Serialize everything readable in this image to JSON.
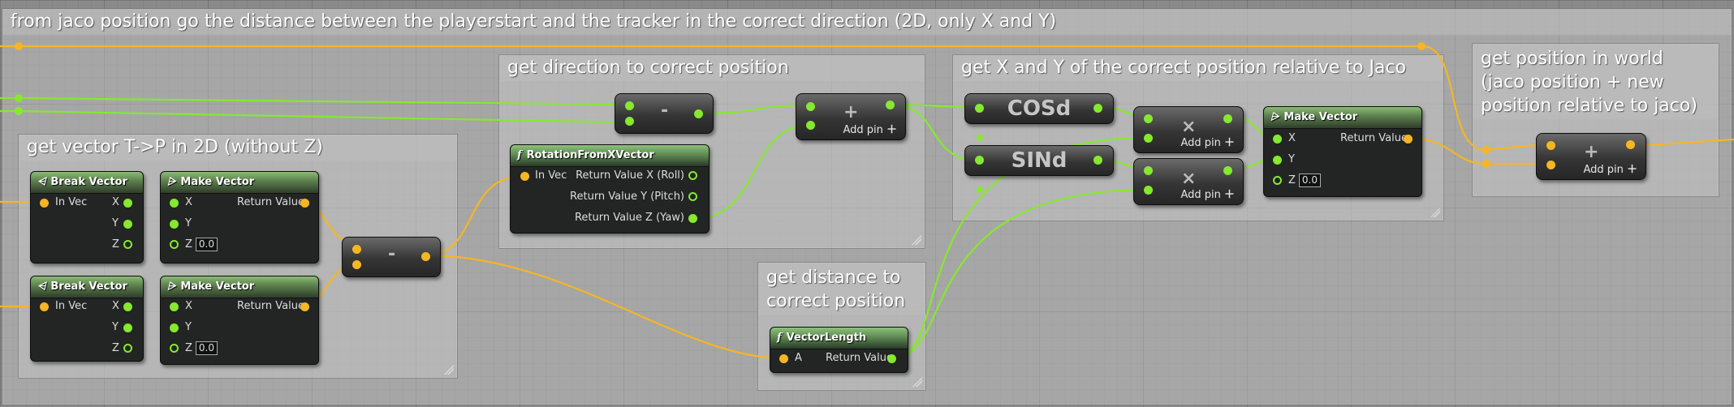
{
  "title_comment": "from jaco position go the distance between the playerstart and the tracker in the correct direction (2D, only X and Y)",
  "comments": {
    "vector_tp": "get vector T->P in 2D (without Z)",
    "direction": "get direction to correct position",
    "xy_relative": "get X and Y of the correct position relative to Jaco",
    "world_pos_line1": "get position in world",
    "world_pos_line2": "(jaco position + new",
    "world_pos_line3": "position relative to jaco)",
    "distance_line1": "get distance to",
    "distance_line2": "correct position"
  },
  "break_vector": {
    "title": "Break Vector",
    "in_vec": "In Vec",
    "x": "X",
    "y": "Y",
    "z": "Z"
  },
  "make_vector": {
    "title": "Make Vector",
    "x": "X",
    "y": "Y",
    "z": "Z",
    "z_value": "0.0",
    "return_value": "Return Value"
  },
  "rotation_node": {
    "title": "RotationFromXVector",
    "in_vec": "In Vec",
    "out_x": "Return Value X (Roll)",
    "out_y": "Return Value Y (Pitch)",
    "out_z": "Return Value Z (Yaw)"
  },
  "vector_length": {
    "title": "VectorLength",
    "a": "A",
    "return_value": "Return Value"
  },
  "ops": {
    "minus": "-",
    "plus": "+",
    "times": "×",
    "add_pin": "Add pin",
    "cos": "COSd",
    "sin": "SINd"
  },
  "colors": {
    "vector_pin": "#f5b623",
    "float_pin": "#86e82f",
    "node_header": "#5a7d4c"
  }
}
